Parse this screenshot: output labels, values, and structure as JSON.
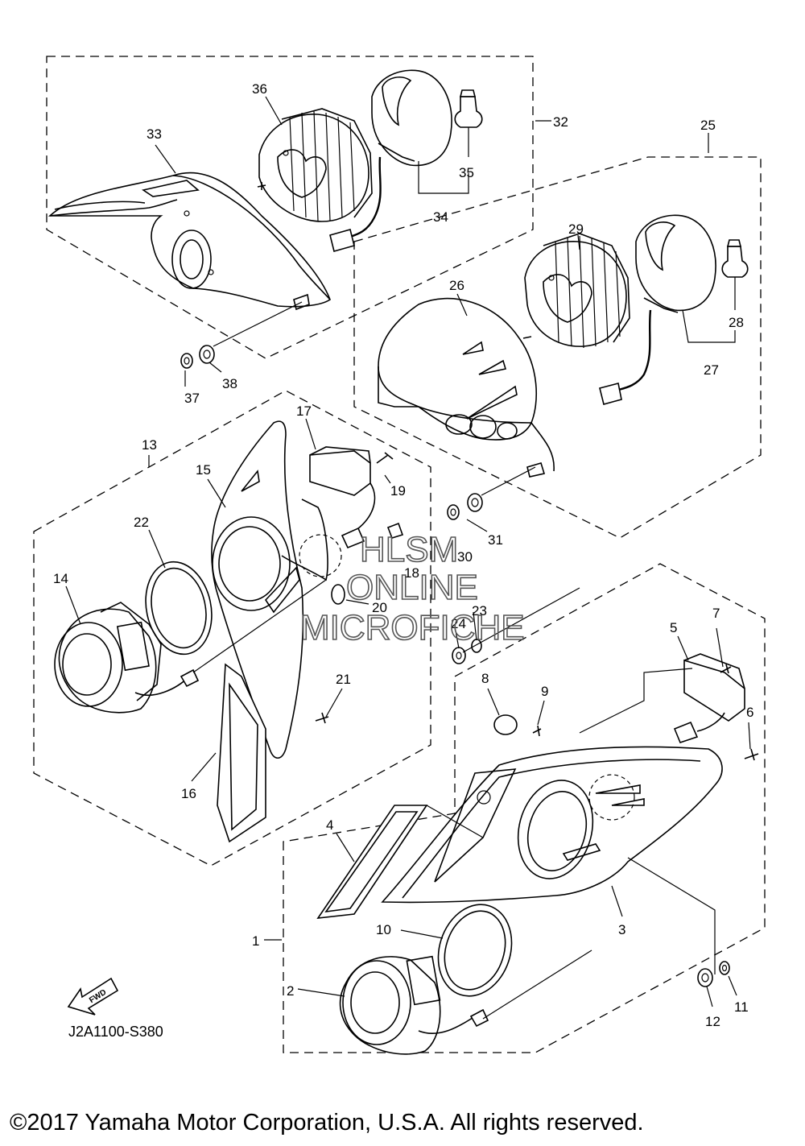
{
  "diagram_code": "J2A1100-S380",
  "fwd_label": "FWD",
  "copyright": "©2017 Yamaha Motor Corporation, U.S.A. All rights reserved.",
  "watermark": [
    "HLSM",
    "ONLINE",
    "MICROFICHE"
  ],
  "callouts": {
    "c1": "1",
    "c2": "2",
    "c3": "3",
    "c4": "4",
    "c5": "5",
    "c6": "6",
    "c7": "7",
    "c8": "8",
    "c9": "9",
    "c10": "10",
    "c11": "11",
    "c12": "12",
    "c13": "13",
    "c14": "14",
    "c15": "15",
    "c16": "16",
    "c17": "17",
    "c18": "18",
    "c19": "19",
    "c20": "20",
    "c21": "21",
    "c22": "22",
    "c23": "23",
    "c24": "24",
    "c25": "25",
    "c26": "26",
    "c27": "27",
    "c28": "28",
    "c29": "29",
    "c30": "30",
    "c31": "31",
    "c32": "32",
    "c33": "33",
    "c34": "34",
    "c35": "35",
    "c36": "36",
    "c37": "37",
    "c38": "38"
  }
}
